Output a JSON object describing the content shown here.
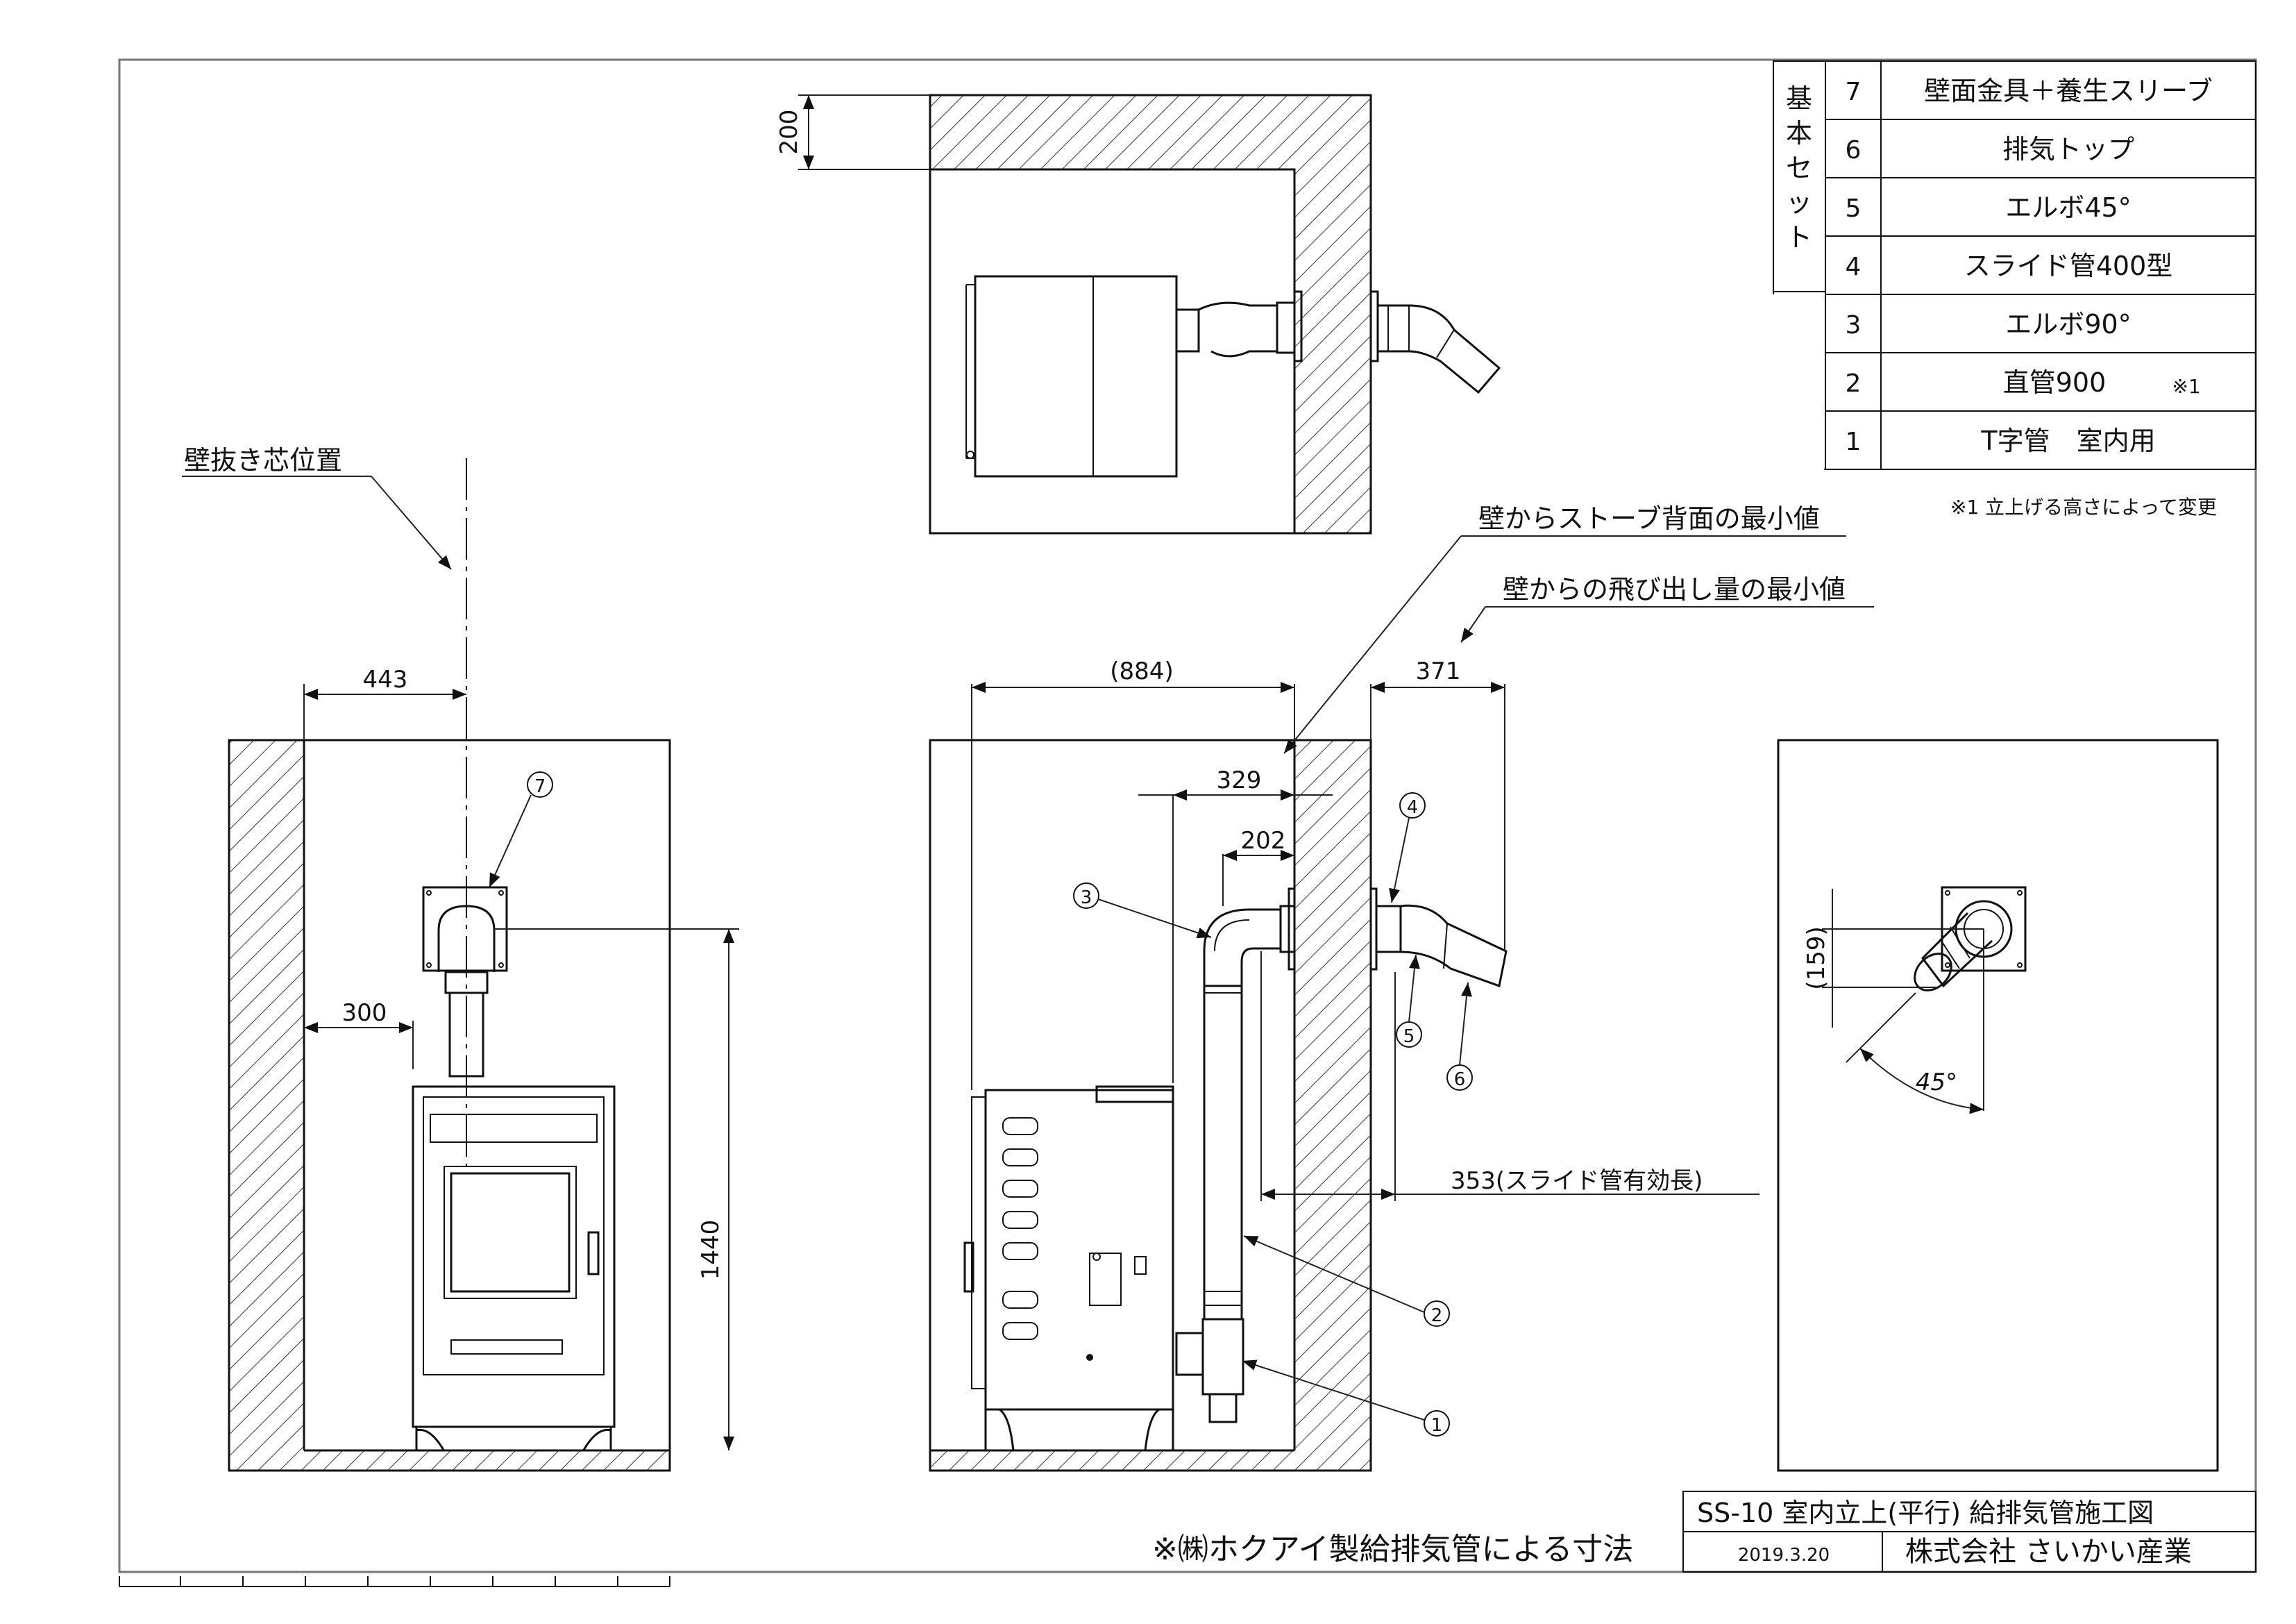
{
  "parts_table": {
    "group_label": [
      "基",
      "本",
      "セ",
      "ッ",
      "ト"
    ],
    "rows": [
      {
        "no": "7",
        "name": "壁面金具＋養生スリーブ",
        "note": ""
      },
      {
        "no": "6",
        "name": "排気トップ",
        "note": ""
      },
      {
        "no": "5",
        "name": "エルボ45°",
        "note": ""
      },
      {
        "no": "4",
        "name": "スライド管400型",
        "note": ""
      },
      {
        "no": "3",
        "name": "エルボ90°",
        "note": ""
      },
      {
        "no": "2",
        "name": "直管900",
        "note": "※1"
      },
      {
        "no": "1",
        "name": "T字管　室内用",
        "note": ""
      }
    ],
    "footnote": "※1  立上げる高さによって変更"
  },
  "dimensions": {
    "top_200": "200",
    "front_443": "443",
    "front_300": "300",
    "front_1440": "1440",
    "side_884": "(884)",
    "side_371": "371",
    "side_329": "329",
    "side_202": "202",
    "side_353": "353(スライド管有効長)",
    "right_159": "(159)",
    "right_45": "45°"
  },
  "labels": {
    "wall_center": "壁抜き芯位置",
    "min_back": "壁からストーブ背面の最小値",
    "min_protrusion": "壁からの飛び出し量の最小値",
    "maker_note": "※㈱ホクアイ製給排気管による寸法"
  },
  "callouts": {
    "c7": "7",
    "c4": "4",
    "c3": "3",
    "c5": "5",
    "c6": "6",
    "c2": "2",
    "c1": "1"
  },
  "title_block": {
    "title": "SS-10 室内立上(平行)  給排気管施工図",
    "date": "2019.3.20",
    "company": "株式会社  さいかい産業"
  }
}
